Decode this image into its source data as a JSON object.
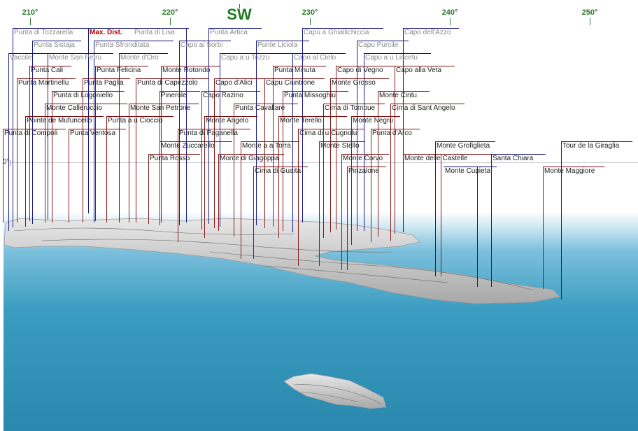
{
  "compass": {
    "direction": "SW"
  },
  "scale_ticks": [
    "210°",
    "220°",
    "230°",
    "240°",
    "250°"
  ],
  "horizon_label": "0°",
  "colors": {
    "land_line": "#8a1a1a",
    "sea_line": "#1a1a8a",
    "max_dist": "#b00000",
    "sea": "#2a8fb0",
    "sky": "#ffffff"
  },
  "peaks": [
    {
      "label": "Punta di Tozzarella",
      "kind": "far"
    },
    {
      "label": "Max. Dist.",
      "kind": "maxd"
    },
    {
      "label": "Punta di Lisa",
      "kind": "far"
    },
    {
      "label": "Punta Artica",
      "kind": "far"
    },
    {
      "label": "Capu a Ghiallichiccia",
      "kind": "far"
    },
    {
      "label": "Capo dell'Azzo",
      "kind": "far"
    },
    {
      "label": "Punta Sistaja",
      "kind": "far"
    },
    {
      "label": "Punta Sfronditata",
      "kind": "far"
    },
    {
      "label": "Capo ai Sorbi",
      "kind": "far"
    },
    {
      "label": "Punte Liciola",
      "kind": "far"
    },
    {
      "label": "Capu Purcile",
      "kind": "far"
    },
    {
      "label": "Vaccile",
      "kind": "far"
    },
    {
      "label": "Monte San Petru",
      "kind": "far"
    },
    {
      "label": "Monte d'Oro",
      "kind": "far"
    },
    {
      "label": "Capu a u Tozzu",
      "kind": "far"
    },
    {
      "label": "Capo al Cielo",
      "kind": "far"
    },
    {
      "label": "Capu a u Liccetu",
      "kind": "far"
    },
    {
      "label": "Punta Cali",
      "kind": "land"
    },
    {
      "label": "Punta Felicina",
      "kind": "land"
    },
    {
      "label": "Monte Rotondo",
      "kind": "land"
    },
    {
      "label": "Punta Minuta",
      "kind": "land"
    },
    {
      "label": "Capo di Vegno",
      "kind": "land"
    },
    {
      "label": "Capo alla Veta",
      "kind": "land"
    },
    {
      "label": "Punta Martinellu",
      "kind": "land"
    },
    {
      "label": "Punta Paglia",
      "kind": "land"
    },
    {
      "label": "Punta di Capezzolo",
      "kind": "land"
    },
    {
      "label": "Capo d'Alici",
      "kind": "land"
    },
    {
      "label": "Capu Ciuntrone",
      "kind": "land"
    },
    {
      "label": "Monte Grosso",
      "kind": "land"
    },
    {
      "label": "Punta di Logoniello",
      "kind": "land"
    },
    {
      "label": "Pinerole",
      "kind": "land"
    },
    {
      "label": "Capo Razino",
      "kind": "land"
    },
    {
      "label": "Punta Missoghiu",
      "kind": "land"
    },
    {
      "label": "Monte Cintu",
      "kind": "land"
    },
    {
      "label": "Monte Calleruccio",
      "kind": "land"
    },
    {
      "label": "Monte San Petrone",
      "kind": "land"
    },
    {
      "label": "Punta Cavallare",
      "kind": "land"
    },
    {
      "label": "Cima di Tombue",
      "kind": "land"
    },
    {
      "label": "Cima di Sant Angelo",
      "kind": "land"
    },
    {
      "label": "Pointe de Mufuncello",
      "kind": "land"
    },
    {
      "label": "Punta a u Cioccio",
      "kind": "land"
    },
    {
      "label": "Monte Angelo",
      "kind": "land"
    },
    {
      "label": "Monte Terello",
      "kind": "land"
    },
    {
      "label": "Monte Negru",
      "kind": "land"
    },
    {
      "label": "Punta di Compoli",
      "kind": "land"
    },
    {
      "label": "Punta Ventosa",
      "kind": "land"
    },
    {
      "label": "Punta di Paganella",
      "kind": "land"
    },
    {
      "label": "Cima di u Cugnolu",
      "kind": "land"
    },
    {
      "label": "Punta d'Arco",
      "kind": "land"
    },
    {
      "label": "Monte Zuccarello",
      "kind": "land"
    },
    {
      "label": "Monte a a Torra",
      "kind": "land"
    },
    {
      "label": "Monte Stello",
      "kind": "land"
    },
    {
      "label": "Monte Grofiglieta",
      "kind": "sea"
    },
    {
      "label": "Tour de la Giraglia",
      "kind": "sea"
    },
    {
      "label": "Punta Rosso",
      "kind": "land"
    },
    {
      "label": "Monte di Giagoppa",
      "kind": "land"
    },
    {
      "label": "Monte Corvo",
      "kind": "land"
    },
    {
      "label": "Monte delle Castelle",
      "kind": "land"
    },
    {
      "label": "Santa Chiara",
      "kind": "sea"
    },
    {
      "label": "Cima di Guaita",
      "kind": "land"
    },
    {
      "label": "Pinzalone",
      "kind": "land"
    },
    {
      "label": "Monte Cupieta",
      "kind": "sea"
    },
    {
      "label": "Monte Maggiore",
      "kind": "land"
    }
  ]
}
